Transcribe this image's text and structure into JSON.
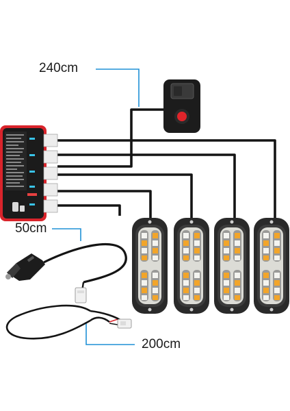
{
  "labels": {
    "cable_240": "240cm",
    "cable_50": "50cm",
    "cable_200": "200cm"
  },
  "colors": {
    "callout_line": "#1e90d6",
    "cable": "#141414",
    "controller_frame": "#d9242b",
    "controller_body": "#1b1b1b",
    "switch_button": "#e0242a",
    "led_amber": "#f2a52a",
    "led_white": "#f4f4f0",
    "module_housing": "#2a2a2a"
  },
  "icons": {
    "controller": "led-controller-box-icon",
    "switch": "rocker-switch-icon",
    "plug": "cigarette-lighter-plug-icon",
    "light": "led-strobe-light-icon"
  }
}
